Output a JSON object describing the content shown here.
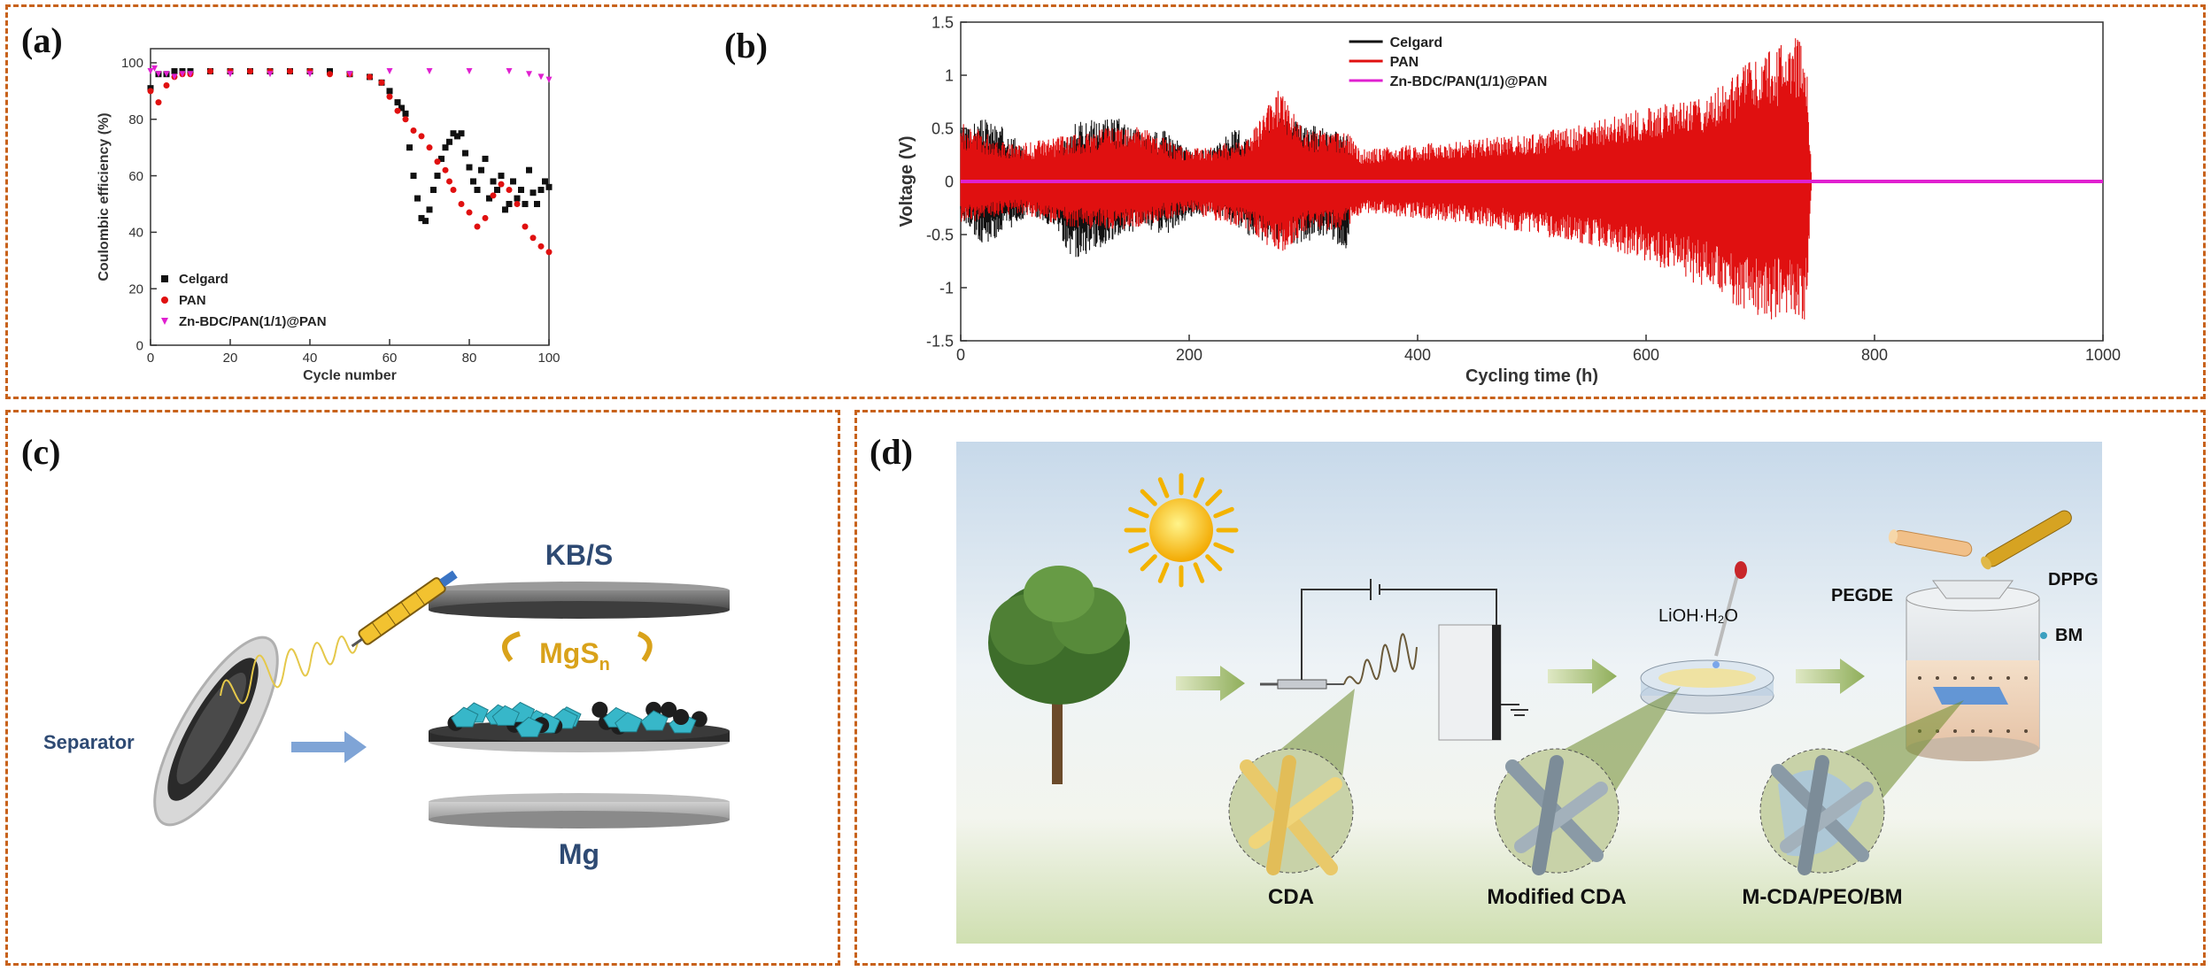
{
  "panels": {
    "a": "(a)",
    "b": "(b)",
    "c": "(c)",
    "d": "(d)"
  },
  "colors": {
    "frame": "#c8621b",
    "celgard": "#111111",
    "pan": "#e01010",
    "zn": "#e020d0"
  },
  "chart_data": [
    {
      "type": "scatter",
      "xlabel": "Cycle number",
      "ylabel": "Coulombic efficiency (%)",
      "xlim": [
        0,
        100
      ],
      "ylim": [
        0,
        105
      ],
      "xticks": [
        0,
        20,
        40,
        60,
        80,
        100
      ],
      "yticks": [
        0,
        20,
        40,
        60,
        80,
        100
      ],
      "legend_placement": "bottom-left",
      "series": [
        {
          "name": "Celgard",
          "marker": "square",
          "color": "#111111",
          "x": [
            0,
            2,
            4,
            6,
            8,
            10,
            15,
            20,
            25,
            30,
            35,
            40,
            45,
            50,
            55,
            58,
            60,
            62,
            63,
            64,
            65,
            66,
            67,
            68,
            69,
            70,
            71,
            72,
            73,
            74,
            75,
            76,
            77,
            78,
            79,
            80,
            81,
            82,
            83,
            84,
            85,
            86,
            87,
            88,
            89,
            90,
            91,
            92,
            93,
            94,
            95,
            96,
            97,
            98,
            99,
            100
          ],
          "y": [
            91,
            96,
            96,
            97,
            97,
            97,
            97,
            97,
            97,
            97,
            97,
            97,
            97,
            96,
            95,
            93,
            90,
            86,
            84,
            82,
            70,
            60,
            52,
            45,
            44,
            48,
            55,
            60,
            66,
            70,
            72,
            75,
            74,
            75,
            68,
            63,
            58,
            55,
            62,
            66,
            52,
            58,
            55,
            60,
            48,
            50,
            58,
            52,
            55,
            50,
            62,
            54,
            50,
            55,
            58,
            56
          ]
        },
        {
          "name": "PAN",
          "marker": "circle",
          "color": "#e01010",
          "x": [
            0,
            2,
            4,
            6,
            8,
            10,
            15,
            20,
            25,
            30,
            35,
            40,
            45,
            50,
            55,
            58,
            60,
            62,
            64,
            66,
            68,
            70,
            72,
            74,
            75,
            76,
            78,
            80,
            82,
            84,
            86,
            88,
            90,
            92,
            94,
            96,
            98,
            100
          ],
          "y": [
            90,
            86,
            92,
            95,
            96,
            96,
            97,
            97,
            97,
            97,
            97,
            97,
            96,
            96,
            95,
            93,
            88,
            83,
            80,
            76,
            74,
            70,
            65,
            62,
            58,
            55,
            50,
            47,
            42,
            45,
            53,
            57,
            55,
            50,
            42,
            38,
            35,
            33
          ]
        },
        {
          "name": "Zn-BDC/PAN(1/1)@PAN",
          "marker": "triangle",
          "color": "#e020d0",
          "x": [
            0,
            1,
            2,
            4,
            6,
            8,
            10,
            20,
            30,
            40,
            50,
            60,
            70,
            80,
            90,
            95,
            98,
            100
          ],
          "y": [
            97,
            98,
            96,
            96,
            95,
            96,
            96,
            96,
            96,
            96,
            96,
            97,
            97,
            97,
            97,
            96,
            95,
            94
          ]
        }
      ]
    },
    {
      "type": "line",
      "xlabel": "Cycling time (h)",
      "ylabel": "Voltage (V)",
      "xlim": [
        0,
        1000
      ],
      "ylim": [
        -1.5,
        1.5
      ],
      "xticks": [
        0,
        200,
        400,
        600,
        800,
        1000
      ],
      "yticks": [
        -1.5,
        -1.0,
        -0.5,
        0.0,
        0.5,
        1.0,
        1.5
      ],
      "legend_placement": "top-center",
      "series": [
        {
          "name": "Celgard",
          "color": "#111111",
          "envelope_t": [
            0,
            20,
            40,
            60,
            80,
            100,
            120,
            140,
            160,
            180,
            200,
            220,
            240,
            260,
            280,
            300,
            320,
            340
          ],
          "envelope_upper": [
            0.5,
            0.6,
            0.5,
            0.25,
            0.2,
            0.55,
            0.6,
            0.6,
            0.45,
            0.5,
            0.3,
            0.3,
            0.5,
            0.4,
            0.6,
            0.55,
            0.5,
            0.45
          ],
          "envelope_lower": [
            -0.4,
            -0.6,
            -0.5,
            -0.3,
            -0.45,
            -0.75,
            -0.65,
            -0.5,
            -0.45,
            -0.5,
            -0.35,
            -0.3,
            -0.4,
            -0.6,
            -0.55,
            -0.6,
            -0.5,
            -0.7
          ]
        },
        {
          "name": "PAN",
          "color": "#e01010",
          "envelope_t": [
            0,
            50,
            100,
            150,
            200,
            250,
            280,
            300,
            340,
            350,
            400,
            450,
            500,
            550,
            600,
            650,
            700,
            740,
            745
          ],
          "envelope_upper": [
            0.55,
            0.35,
            0.45,
            0.55,
            0.3,
            0.4,
            0.9,
            0.5,
            0.45,
            0.3,
            0.35,
            0.4,
            0.45,
            0.55,
            0.7,
            0.8,
            1.2,
            1.4,
            0.0
          ],
          "envelope_lower": [
            -0.4,
            -0.3,
            -0.45,
            -0.45,
            -0.3,
            -0.45,
            -0.7,
            -0.5,
            -0.45,
            -0.3,
            -0.35,
            -0.4,
            -0.5,
            -0.6,
            -0.75,
            -1.0,
            -1.3,
            -1.3,
            0.0
          ]
        },
        {
          "name": "Zn-BDC/PAN(1/1)@PAN",
          "color": "#e020d0",
          "envelope_t": [
            0,
            1000
          ],
          "envelope_upper": [
            0.02,
            0.02
          ],
          "envelope_lower": [
            -0.02,
            -0.02
          ]
        }
      ]
    }
  ],
  "diagram_c": {
    "kbs_label": "KB/S",
    "mgsn_label": "MgS",
    "mgsn_sub": "n",
    "mg_label": "Mg",
    "separator_label": "Separator"
  },
  "diagram_d": {
    "lioh_label": "LiOH·H₂O",
    "pegde_label": "PEGDE",
    "dppg_label": "DPPG",
    "bm_label": "BM",
    "cda_label": "CDA",
    "modified_label": "Modified CDA",
    "mcda_label": "M-CDA/PEO/BM"
  }
}
